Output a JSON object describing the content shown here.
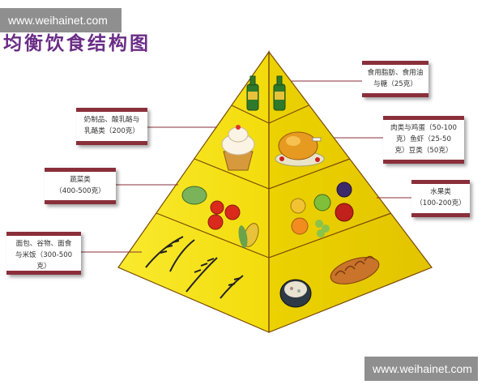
{
  "title": "均衡饮食结构图",
  "watermark": {
    "top": "www.weihainet.com",
    "bottom": "www.weihainet.com"
  },
  "colors": {
    "pyramid_left": "#f6e20f",
    "pyramid_right": "#ead000",
    "edge": "#7a4a00",
    "tag_border": "#8a2f3a",
    "title": "#6a2d86"
  },
  "labels": {
    "fats": {
      "lines": [
        "食用脂肪、食用油",
        "与糖（25克）"
      ]
    },
    "protein": {
      "lines": [
        "肉类与鸡蛋（50-100",
        "克）鱼虾（25-50",
        "克）豆类（50克）"
      ]
    },
    "fruit": {
      "lines": [
        "水果类",
        "（100-200克）"
      ]
    },
    "dairy": {
      "lines": [
        "奶制品、酸乳酪与",
        "乳酪类（200克）"
      ]
    },
    "veg": {
      "lines": [
        "蔬菜类",
        "（400-500克）"
      ]
    },
    "grain": {
      "lines": [
        "面包、谷物、面食",
        "与米饭（300-500",
        "克）"
      ]
    }
  },
  "food_icons": [
    "oil-bottles-icon",
    "cupcake-icon",
    "roast-chicken-icon",
    "vegetables-icon",
    "fruits-icon",
    "wheat-icon",
    "rice-bowl-icon",
    "bread-icon"
  ]
}
